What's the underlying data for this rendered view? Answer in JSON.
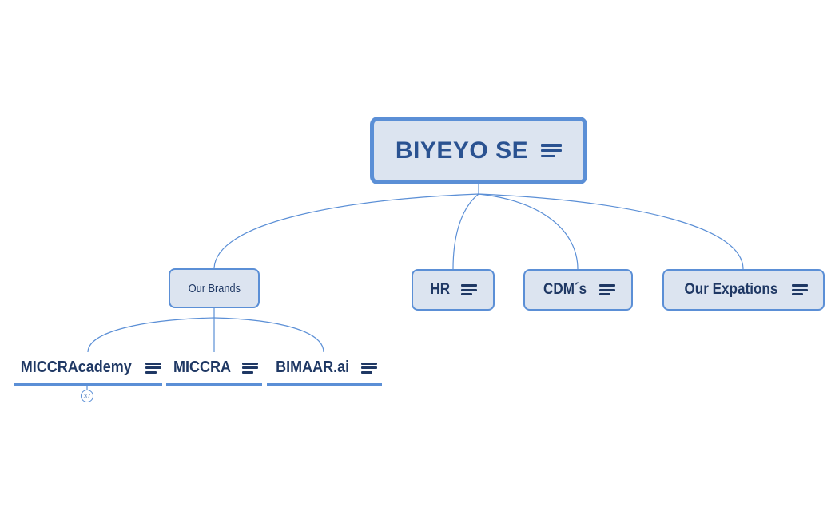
{
  "root": {
    "label": "BIYEYO SE",
    "icon": "notes-icon"
  },
  "brands": {
    "label": "Our Brands",
    "children": [
      {
        "label": "MICCRAcademy",
        "icon": "notes-icon"
      },
      {
        "label": "MICCRA",
        "icon": "notes-icon"
      },
      {
        "label": "BIMAAR.ai",
        "icon": "notes-icon"
      }
    ]
  },
  "branches": [
    {
      "label": "HR",
      "icon": "notes-icon"
    },
    {
      "label": "CDM´s",
      "icon": "notes-icon"
    },
    {
      "label": "Our Expations",
      "icon": "notes-icon"
    }
  ],
  "badge": {
    "count": "37"
  },
  "colors": {
    "accent": "#5b8fd6",
    "node_fill": "#dce4f0",
    "text": "#1f3864",
    "root_text": "#2a5291"
  }
}
